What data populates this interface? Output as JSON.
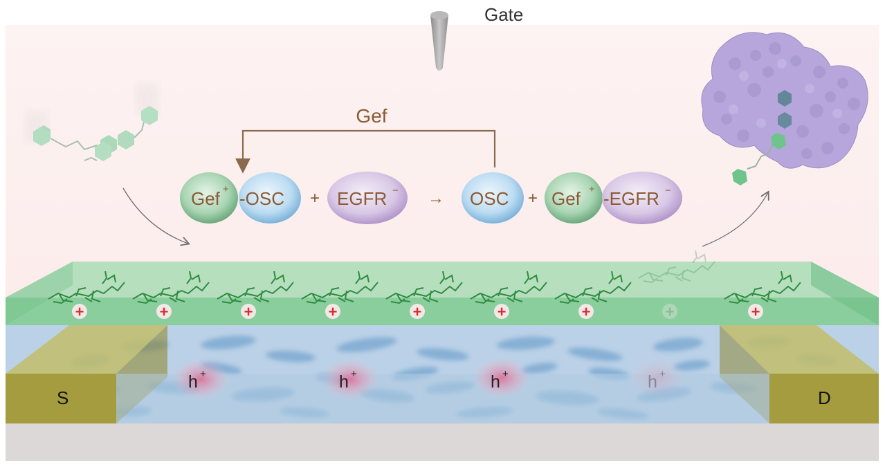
{
  "gate": {
    "label": "Gate"
  },
  "feedback": {
    "label": "Gef"
  },
  "equation": {
    "reactant1": {
      "drug": "Gef",
      "drug_sup": "+",
      "partner": "-OSC"
    },
    "plus1": "+",
    "reactant2": {
      "name": "EGFR",
      "sup": "−"
    },
    "arrow": "→",
    "product1": "OSC",
    "plus2": "+",
    "product2": {
      "drug": "Gef",
      "drug_sup": "+",
      "partner": "-EGFR",
      "partner_sup": "−"
    }
  },
  "surface_charge_symbol": "+",
  "holes": {
    "symbol": "h",
    "sup": "+"
  },
  "electrodes": {
    "source": "S",
    "drain": "D"
  },
  "colors": {
    "background_top": "#fcf0ef",
    "dielectric_green": "#8fd3a4",
    "channel_blue": "#b7cfe3",
    "electrode_olive": "#a49c3e",
    "substrate_gray": "#dcd8d7",
    "gef_green": "#6fae80",
    "osc_blue": "#8fc0e2",
    "egfr_purple": "#c4aad6",
    "text_brown": "#8a5a32",
    "charge_red": "#d62f2f",
    "hole_pink": "#e9889e",
    "protein_lavender": "#b6a4d8"
  }
}
